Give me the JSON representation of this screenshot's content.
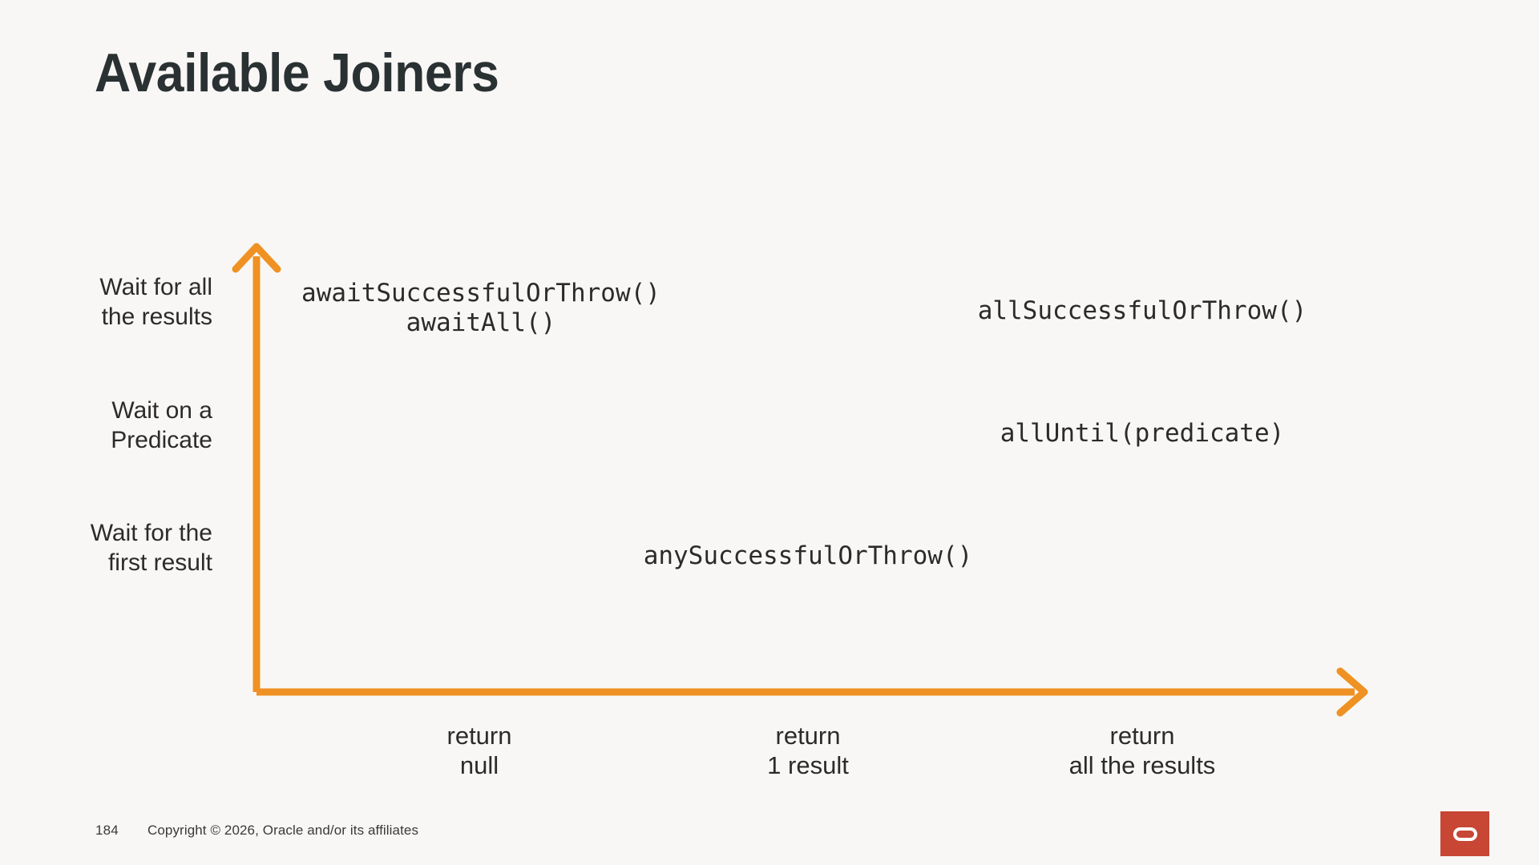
{
  "slide": {
    "title": "Available Joiners",
    "background_color": "#F8F7F5",
    "title_color": "#2A3133",
    "accent_color": "#EF9123"
  },
  "footer": {
    "page_number": "184",
    "copyright": "Copyright © 2026, Oracle and/or its affiliates"
  },
  "logo": {
    "name": "oracle-logo",
    "background_color": "#C74634",
    "mark_color": "#FFFFFF"
  },
  "chart_data": {
    "type": "scatter",
    "title": "Available Joiners",
    "xlabel": "",
    "ylabel": "",
    "grid": false,
    "legend": "none",
    "axis_color": "#EF9123",
    "x_axis": {
      "direction": "right",
      "arrow": true,
      "categories": [
        "return\nnull",
        "return\n1 result",
        "return\nall the results"
      ]
    },
    "y_axis": {
      "direction": "up",
      "arrow": true,
      "categories": [
        "Wait for all\nthe results",
        "Wait on a\nPredicate",
        "Wait for the\nfirst result"
      ]
    },
    "points": [
      {
        "label": "awaitSuccessfulOrThrow()\nawaitAll()",
        "x_category": "return\nnull",
        "y_category": "Wait for all\nthe results"
      },
      {
        "label": "allSuccessfulOrThrow()",
        "x_category": "return\nall the results",
        "y_category": "Wait for all\nthe results"
      },
      {
        "label": "allUntil(predicate)",
        "x_category": "return\nall the results",
        "y_category": "Wait on a\nPredicate"
      },
      {
        "label": "anySuccessfulOrThrow()",
        "x_category": "return\n1 result",
        "y_category": "Wait for the\nfirst result"
      }
    ]
  }
}
